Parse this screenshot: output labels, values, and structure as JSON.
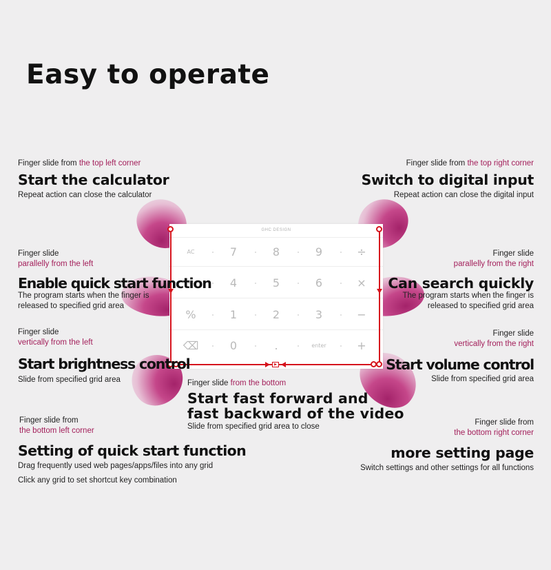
{
  "title": "Easy to operate",
  "panel": {
    "brand": "GHC DESIGN",
    "rows": [
      [
        "AC",
        "7",
        "8",
        "9",
        "÷"
      ],
      [
        "+/-",
        "4",
        "5",
        "6",
        "×"
      ],
      [
        "%",
        "1",
        "2",
        "3",
        "−"
      ],
      [
        "⌫",
        "0",
        ".",
        "enter",
        "+"
      ]
    ]
  },
  "top_left": {
    "pre": "Finger slide from ",
    "pre_accent": "the top left corner",
    "head": "Start the calculator",
    "desc": "Repeat action can close the calculator"
  },
  "top_right": {
    "pre": "Finger slide from ",
    "pre_accent": "the top right corner",
    "head": "Switch to digital input",
    "desc": "Repeat action can close the digital input"
  },
  "mid_left": {
    "pre": "Finger slide",
    "pre_accent": "parallelly from the left",
    "head": "Enable quick start function",
    "desc1": "The program starts when the finger is",
    "desc2": "released to specified grid area"
  },
  "mid_right": {
    "pre": "Finger slide",
    "pre_accent": "parallelly from the right",
    "head": "Can search quickly",
    "desc1": "The program starts when the finger is",
    "desc2": "released to specified grid area"
  },
  "vert_left": {
    "pre": "Finger slide",
    "pre_accent": "vertically from the left",
    "head": "Start brightness control",
    "desc": "Slide from specified grid area"
  },
  "vert_right": {
    "pre": "Finger slide",
    "pre_accent": "vertically from the right",
    "head": "Start volume control",
    "desc": "Slide from specified grid area"
  },
  "bottom": {
    "pre": "Finger slide ",
    "pre_accent": "from the bottom",
    "head1": "Start fast forward and",
    "head2": "fast backward of the video",
    "desc": "Slide from specified grid area to close"
  },
  "bottom_left": {
    "pre": "Finger slide from",
    "pre_accent": "the bottom left corner",
    "head": "Setting of quick start function",
    "desc1": "Drag frequently used web pages/apps/files into any grid",
    "desc2": "Click any grid to set shortcut key combination"
  },
  "bottom_right": {
    "pre": "Finger slide from",
    "pre_accent": "the bottom right corner",
    "head": "more setting page",
    "desc": "Switch settings and other settings for all functions"
  },
  "colors": {
    "accent": "#a3205b",
    "marker": "#d6131d",
    "finger": "#a4236a"
  }
}
